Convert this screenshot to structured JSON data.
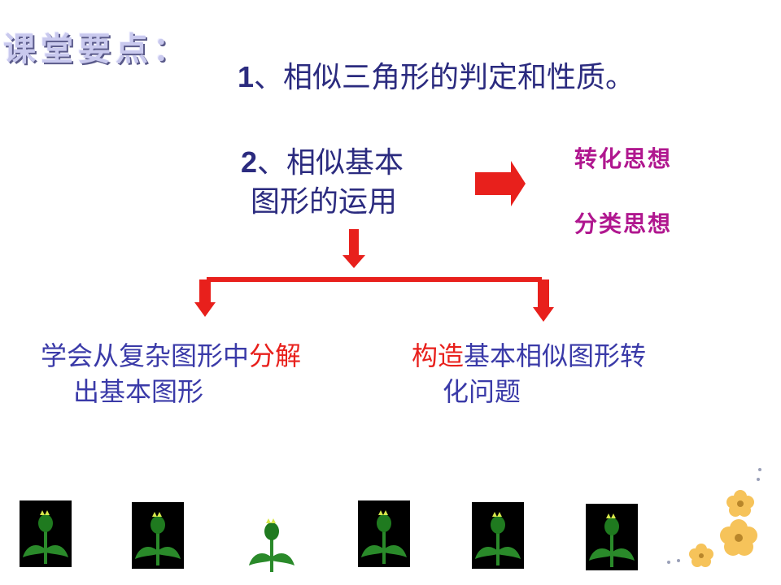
{
  "title": "课堂要点：",
  "point1": {
    "num": "1",
    "text": "、相似三角形的判定和性质。"
  },
  "point2": {
    "num": "2",
    "text_line1": "、相似基本",
    "text_line2": "图形的运用"
  },
  "methods": [
    "转化思想",
    "分类思想"
  ],
  "left_branch": {
    "part1": "学会从复杂图形中",
    "highlight": "分解",
    "line2": "出基本图形"
  },
  "right_branch": {
    "highlight": "构造",
    "part1": "基本相似图形转",
    "line2": "化问题"
  },
  "colors": {
    "arrow": "#e8201c",
    "text": "#2b2b7f",
    "method": "#b0178f",
    "highlight": "#e8201c"
  },
  "flowers": [
    {
      "icon": "flower-sprout-icon",
      "bg": "black"
    },
    {
      "icon": "flower-sprout-icon",
      "bg": "black"
    },
    {
      "icon": "flower-sprout-icon",
      "bg": "white"
    },
    {
      "icon": "flower-sprout-icon",
      "bg": "black"
    },
    {
      "icon": "flower-sprout-icon",
      "bg": "black"
    },
    {
      "icon": "flower-sprout-icon",
      "bg": "black"
    }
  ]
}
